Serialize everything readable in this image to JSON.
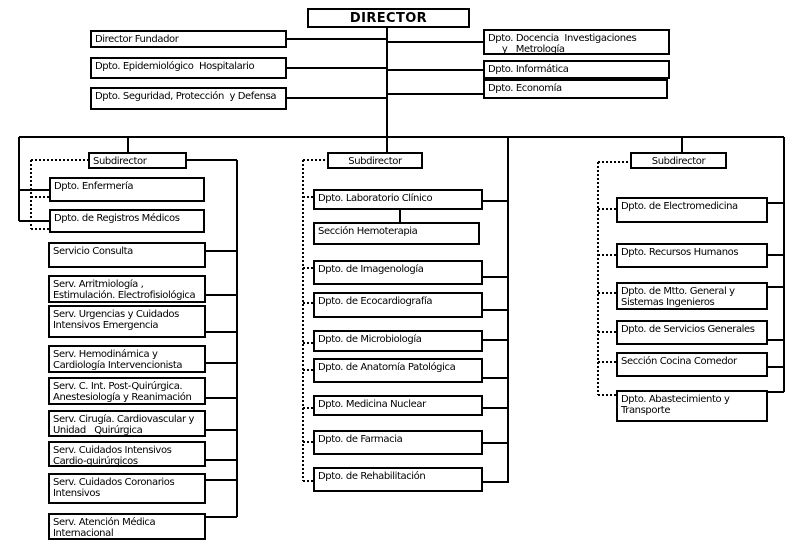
{
  "style": {
    "line_color": "#000000",
    "box_border_color": "#000000",
    "background_color": "#ffffff",
    "text_color": "#000000"
  },
  "nodes": {
    "director": {
      "label": "DIRECTOR"
    },
    "director_fundador": {
      "label": "Director Fundador"
    },
    "epidemiologico": {
      "label": "Dpto. Epidemiológico  Hospitalario"
    },
    "seguridad": {
      "label": "Dpto. Seguridad, Protección  y Defensa"
    },
    "docencia": {
      "label": "Dpto. Docencia  Investigaciones\n     y   Metrología"
    },
    "informatica": {
      "label": "Dpto. Informática"
    },
    "economia": {
      "label": "Dpto. Economía"
    },
    "subdirector_1": {
      "label": "Subdirector"
    },
    "enfermeria": {
      "label": "Dpto. Enfermería"
    },
    "registros_medicos": {
      "label": "Dpto. de Registros Médicos"
    },
    "servicio_consulta": {
      "label": "Servicio Consulta"
    },
    "arritmologia": {
      "label": "Serv. Arritmiología ,\nEstimulación. Electrofisiológica"
    },
    "urgencias": {
      "label": "Serv. Urgencias y Cuidados\nIntensivos Emergencia"
    },
    "hemodinamica": {
      "label": "Serv. Hemodinámica y\nCardiología Intervencionista"
    },
    "post_quirurgica": {
      "label": "Serv. C. Int. Post-Quirúrgica.\nAnestesiología y Reanimación"
    },
    "cirugia": {
      "label": "Serv. Cirugía. Cardiovascular y\nUnidad   Quirúrgica"
    },
    "cuidados_intensivos": {
      "label": "Serv. Cuidados Intensivos\nCardio-quirúrgicos"
    },
    "coronarios": {
      "label": "Serv. Cuidados Coronarios\nIntensivos"
    },
    "atencion_medica": {
      "label": "Serv. Atención Médica\nInternacional"
    },
    "subdirector_2": {
      "label": "Subdirector"
    },
    "laboratorio": {
      "label": "Dpto. Laboratorio Clínico"
    },
    "hemoterapia": {
      "label": "Sección Hemoterapia"
    },
    "imagenologia": {
      "label": "Dpto. de Imagenología"
    },
    "ecocardiografia": {
      "label": "Dpto. de Ecocardiografía"
    },
    "microbiologia": {
      "label": "Dpto. de Microbiología"
    },
    "anatomia": {
      "label": "Dpto. de Anatomía Patológica"
    },
    "medicina_nuclear": {
      "label": "Dpto. Medicina Nuclear"
    },
    "farmacia": {
      "label": "Dpto. de Farmacia"
    },
    "rehabilitacion": {
      "label": "Dpto. de Rehabilitación"
    },
    "subdirector_3": {
      "label": "Subdirector"
    },
    "electromedicina": {
      "label": "Dpto. de Electromedicina"
    },
    "recursos_humanos": {
      "label": "Dpto. Recursos Humanos"
    },
    "mtto": {
      "label": "Dpto. de Mtto. General y\nSistemas Ingenieros"
    },
    "servicios_generales": {
      "label": "Dpto. de Servicios Generales"
    },
    "cocina": {
      "label": "Sección Cocina Comedor"
    },
    "abastecimiento": {
      "label": "Dpto. Abastecimiento y\nTransporte"
    }
  }
}
